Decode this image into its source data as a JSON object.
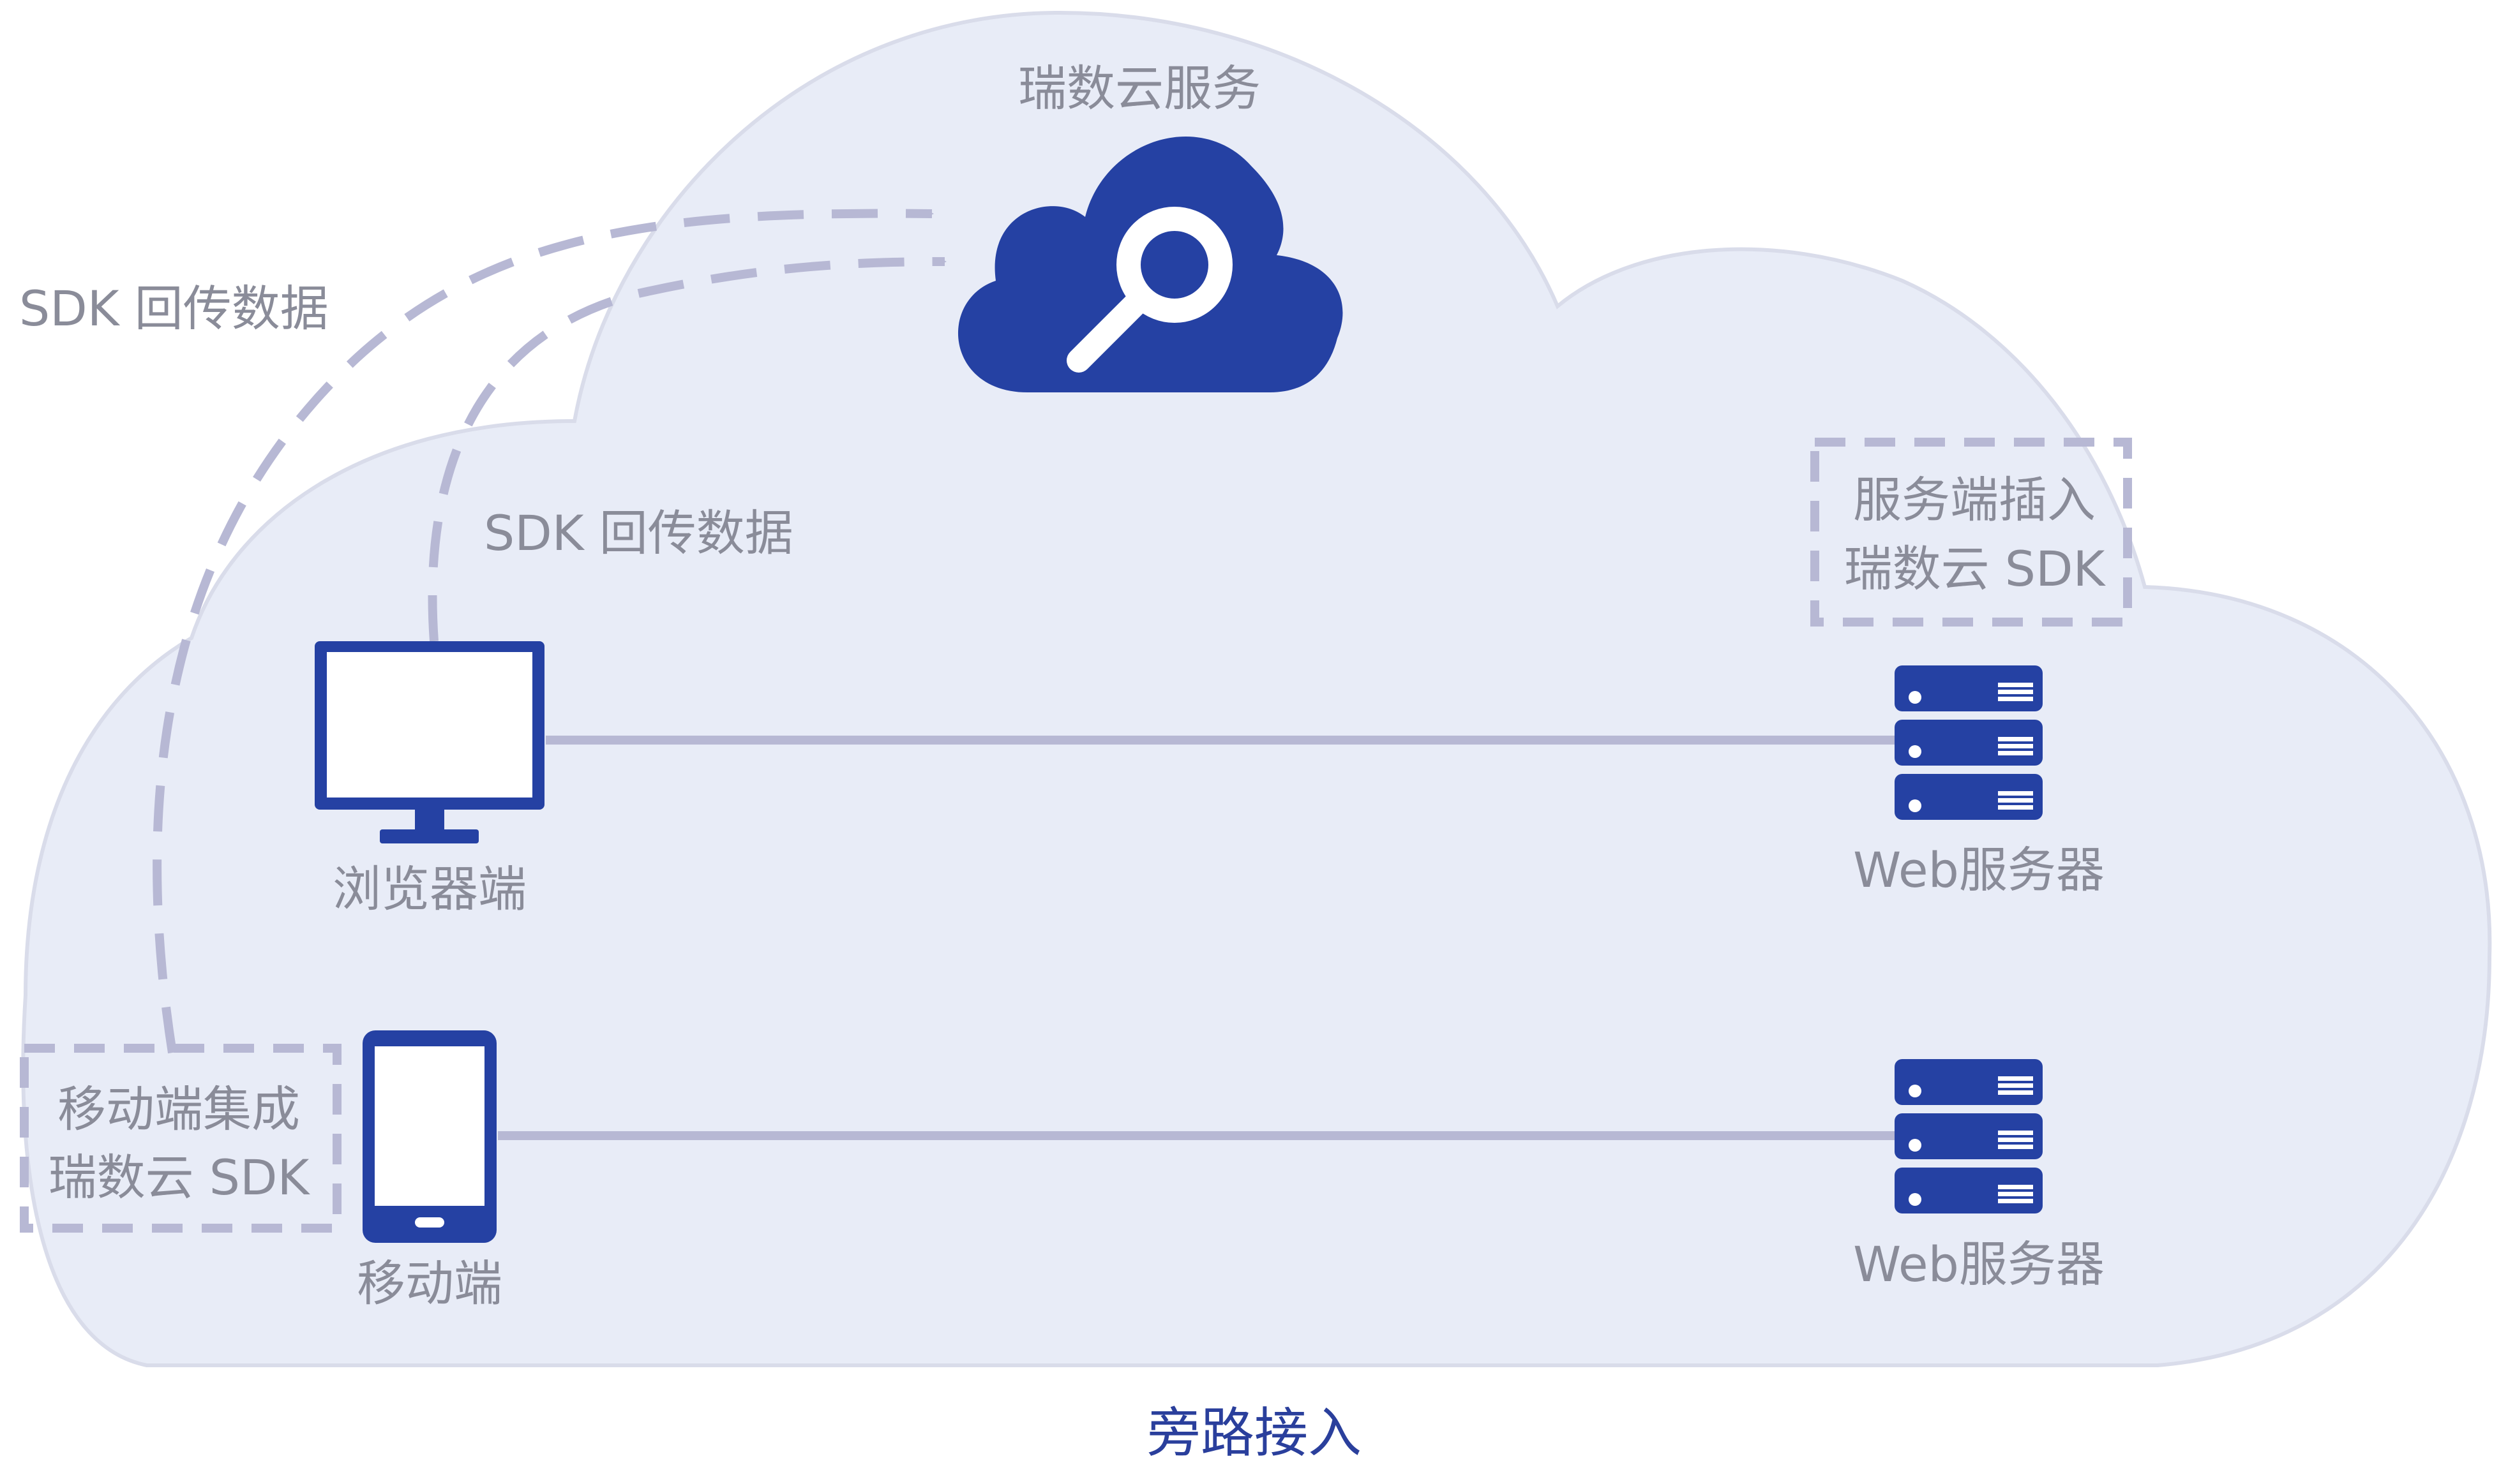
{
  "colors": {
    "cloud_fill": "#e8ecf7",
    "cloud_edge": "#d9dcea",
    "icon_blue": "#2541a3",
    "line": "#b7b8d4",
    "label_gray": "#8a8c99",
    "title_blue": "#2a3f9c"
  },
  "nodes": {
    "cloud_service": {
      "label": "瑞数云服务",
      "icon": "cloud-search-icon"
    },
    "browser": {
      "label": "浏览器端",
      "icon": "monitor-icon"
    },
    "mobile": {
      "label": "移动端",
      "icon": "smartphone-icon"
    },
    "web_server_top": {
      "label": "Web服务器",
      "icon": "server-rack-icon"
    },
    "web_server_bottom": {
      "label": "Web服务器",
      "icon": "server-rack-icon"
    }
  },
  "edges": {
    "sdk_return_outer": "SDK 回传数据",
    "sdk_return_inner": "SDK 回传数据"
  },
  "callouts": {
    "server_sdk": {
      "line1": "服务端插入",
      "line2": "瑞数云 SDK"
    },
    "mobile_sdk": {
      "line1": "移动端集成",
      "line2": "瑞数云 SDK"
    }
  },
  "caption": "旁路接入"
}
